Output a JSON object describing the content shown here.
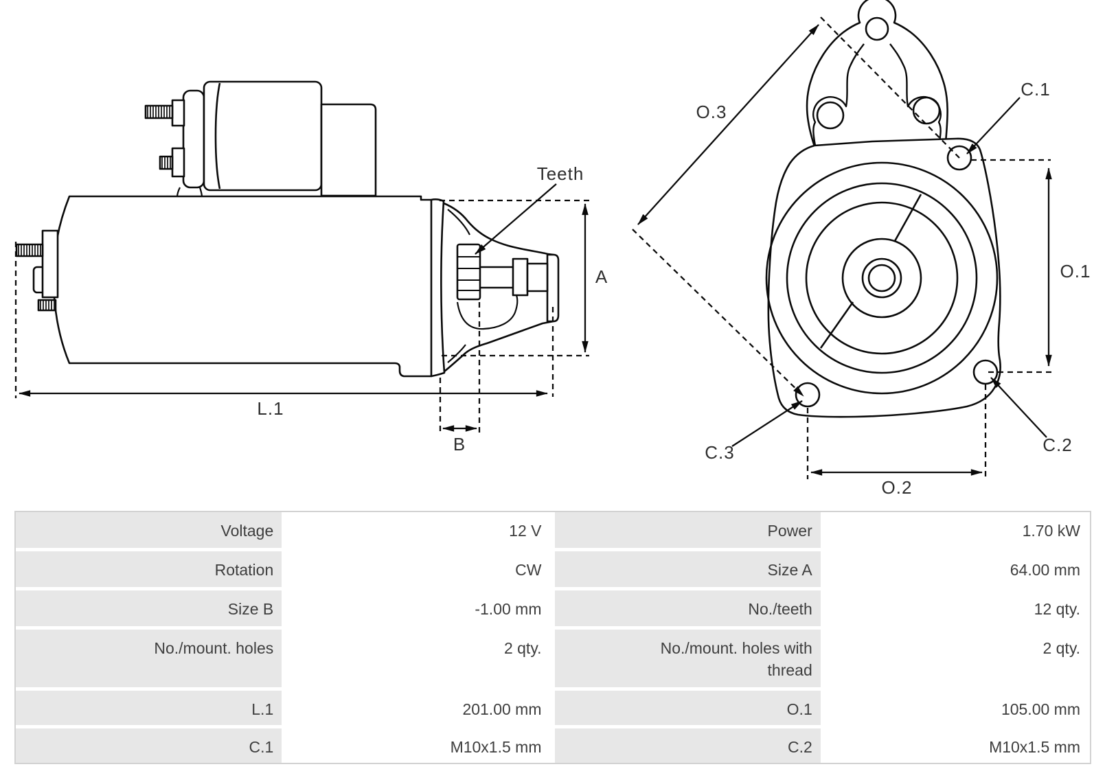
{
  "drawing": {
    "side_view": {
      "teeth_label": "Teeth",
      "dim_a": "A",
      "dim_l1": "L.1",
      "dim_b": "B"
    },
    "front_view": {
      "dim_o3": "O.3",
      "dim_o1": "O.1",
      "dim_o2": "O.2",
      "dim_c1": "C.1",
      "dim_c2": "C.2",
      "dim_c3": "C.3"
    }
  },
  "table": {
    "rows": [
      [
        "Voltage",
        "12 V",
        "Power",
        "1.70 kW"
      ],
      [
        "Rotation",
        "CW",
        "Size A",
        "64.00 mm"
      ],
      [
        "Size B",
        "-1.00 mm",
        "No./teeth",
        "12 qty."
      ],
      [
        "No./mount. holes",
        "2 qty.",
        "No./mount. holes with thread",
        "2 qty."
      ],
      [
        "L.1",
        "201.00 mm",
        "O.1",
        "105.00 mm"
      ],
      [
        "C.1",
        "M10x1.5 mm",
        "C.2",
        "M10x1.5 mm"
      ]
    ]
  },
  "colors": {
    "line": "#0a0a0a",
    "label_text": "#2e2e2e",
    "table_label_bg": "#e7e7e7",
    "table_value_bg": "#ffffff",
    "table_border": "#d2d2d2",
    "table_text": "#3e3e3e"
  }
}
